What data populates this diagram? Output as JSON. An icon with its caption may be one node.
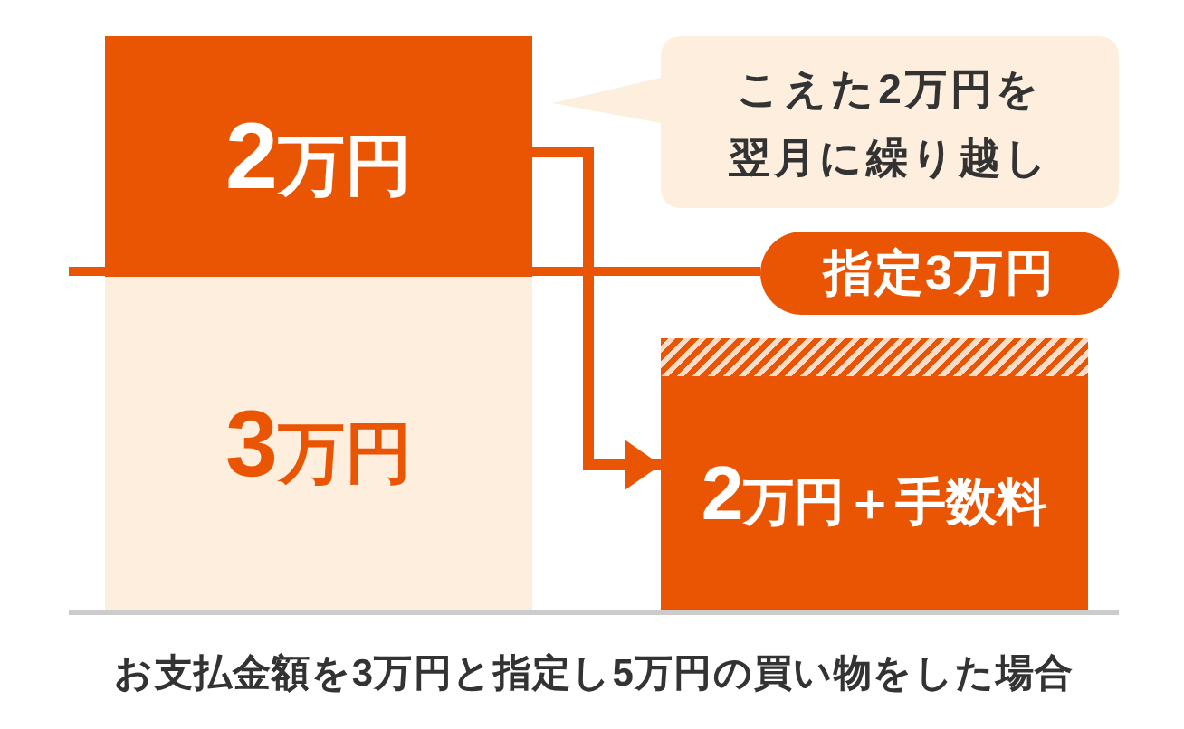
{
  "diagram": {
    "caption": "お支払金額を3万円と指定し5万円の買い物をした場合",
    "nodes": [
      {
        "text": [
          "2万円"
        ]
      },
      {
        "text": [
          "3万円"
        ]
      },
      {
        "text": [
          "こえた2万円を翌月に繰り越し"
        ]
      },
      {
        "text": [
          "指定3万円"
        ]
      },
      {
        "text": [
          "2万円＋手数料"
        ]
      }
    ],
    "edges": [
      {
        "from": 0,
        "to": 4,
        "arrow": "to"
      },
      {
        "from": 3,
        "to": null,
        "arrow": "none"
      }
    ]
  }
}
